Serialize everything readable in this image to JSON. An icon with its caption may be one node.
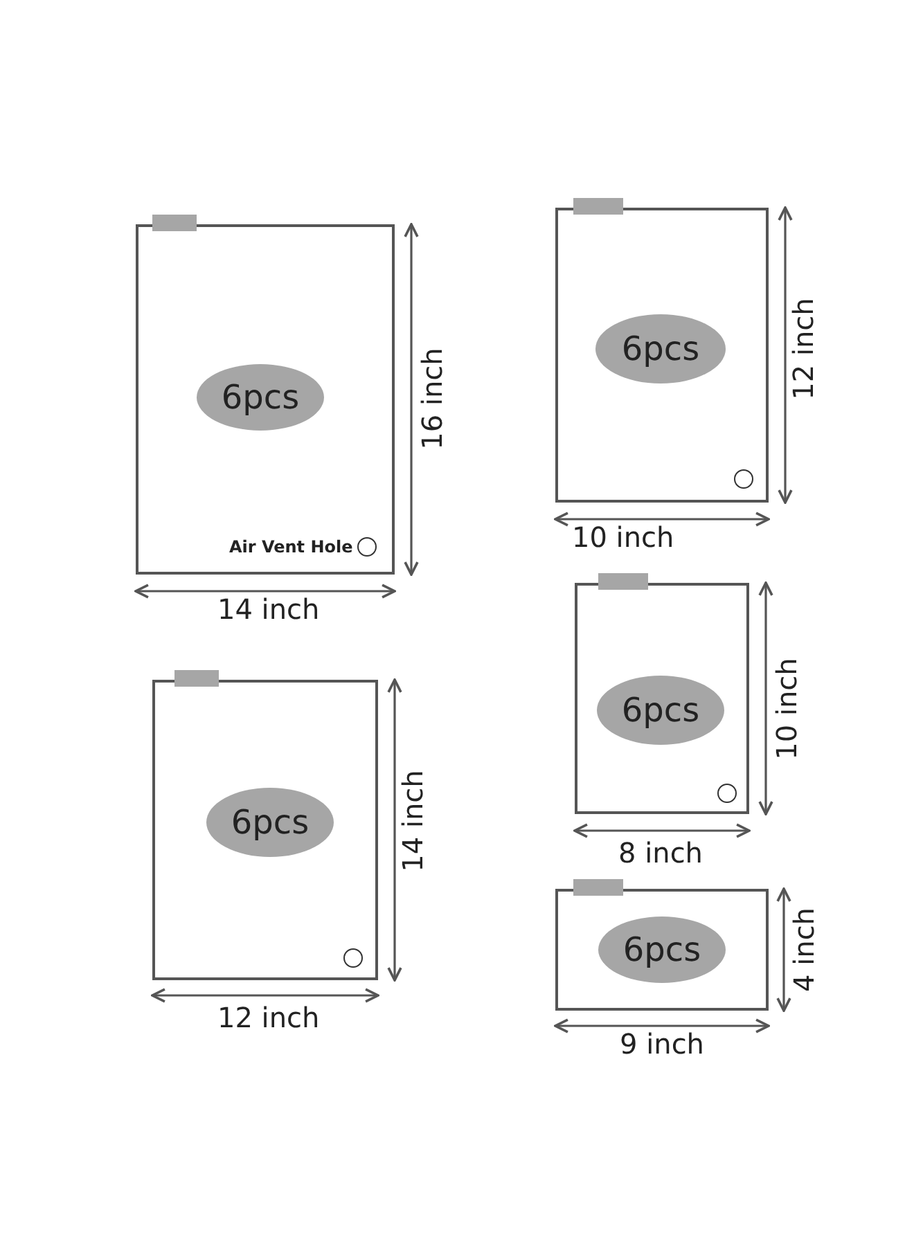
{
  "diagram": {
    "nodes": [
      {
        "text": [],
        "shape": "box"
      },
      {
        "text": [
          "6pcs"
        ],
        "in": 0
      },
      {
        "text": [],
        "shape": "box"
      },
      {
        "text": [
          "6pcs"
        ],
        "in": 2
      },
      {
        "text": [],
        "shape": "box"
      },
      {
        "text": [
          "6pcs"
        ],
        "in": 4
      },
      {
        "text": [],
        "shape": "box"
      },
      {
        "text": [
          "6pcs"
        ],
        "in": 6
      },
      {
        "text": [],
        "shape": "box"
      },
      {
        "text": [
          "6pcs"
        ],
        "in": 8
      }
    ],
    "labels": [
      "Air Vent Hole",
      "16 inch",
      "14 inch",
      "12 inch",
      "10 inch",
      "14 inch",
      "12 inch",
      "10 inch",
      "8 inch",
      "4 inch",
      "9 inch"
    ]
  }
}
